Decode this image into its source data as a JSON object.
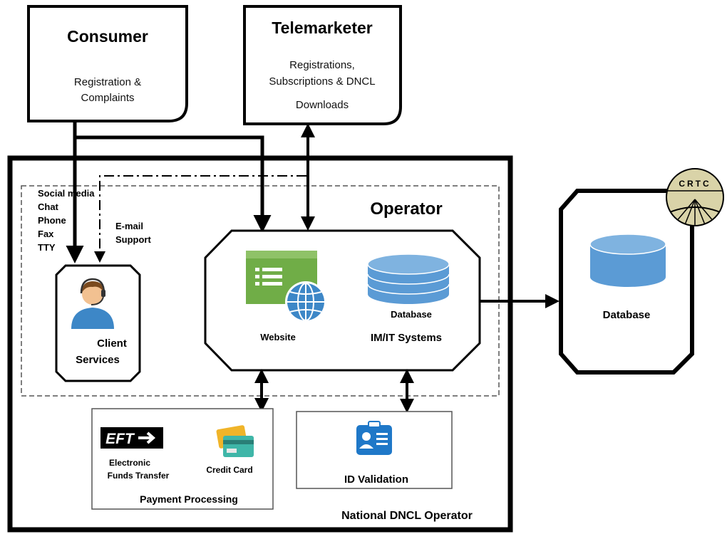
{
  "consumer": {
    "title": "Consumer",
    "line1": "Registration &",
    "line2": "Complaints"
  },
  "telemarketer": {
    "title": "Telemarketer",
    "line1": "Registrations,",
    "line2": "Subscriptions & DNCL",
    "line3": "Downloads"
  },
  "operator": {
    "title": "Operator"
  },
  "channels": {
    "items": [
      "Social media",
      "Chat",
      "Phone",
      "Fax",
      "TTY"
    ],
    "email_line1": "E-mail",
    "email_line2": "Support"
  },
  "client_services": {
    "line1": "Client",
    "line2": "Services"
  },
  "systems": {
    "website_label": "Website",
    "database_label": "Database",
    "title": "IM/IT Systems"
  },
  "external_db": {
    "label": "Database",
    "logo_text": "CRTC"
  },
  "payment": {
    "eft_logo": "EFT",
    "eft_line1": "Electronic",
    "eft_line2": "Funds Transfer",
    "credit_card": "Credit Card",
    "title": "Payment Processing"
  },
  "id_validation": {
    "title": "ID Validation"
  },
  "footer": {
    "label": "National DNCL Operator"
  },
  "colors": {
    "accent_blue": "#3d87c7",
    "db_blue": "#5b9bd5",
    "website_green": "#70ad47",
    "logo_tan": "#d9d3a8"
  }
}
